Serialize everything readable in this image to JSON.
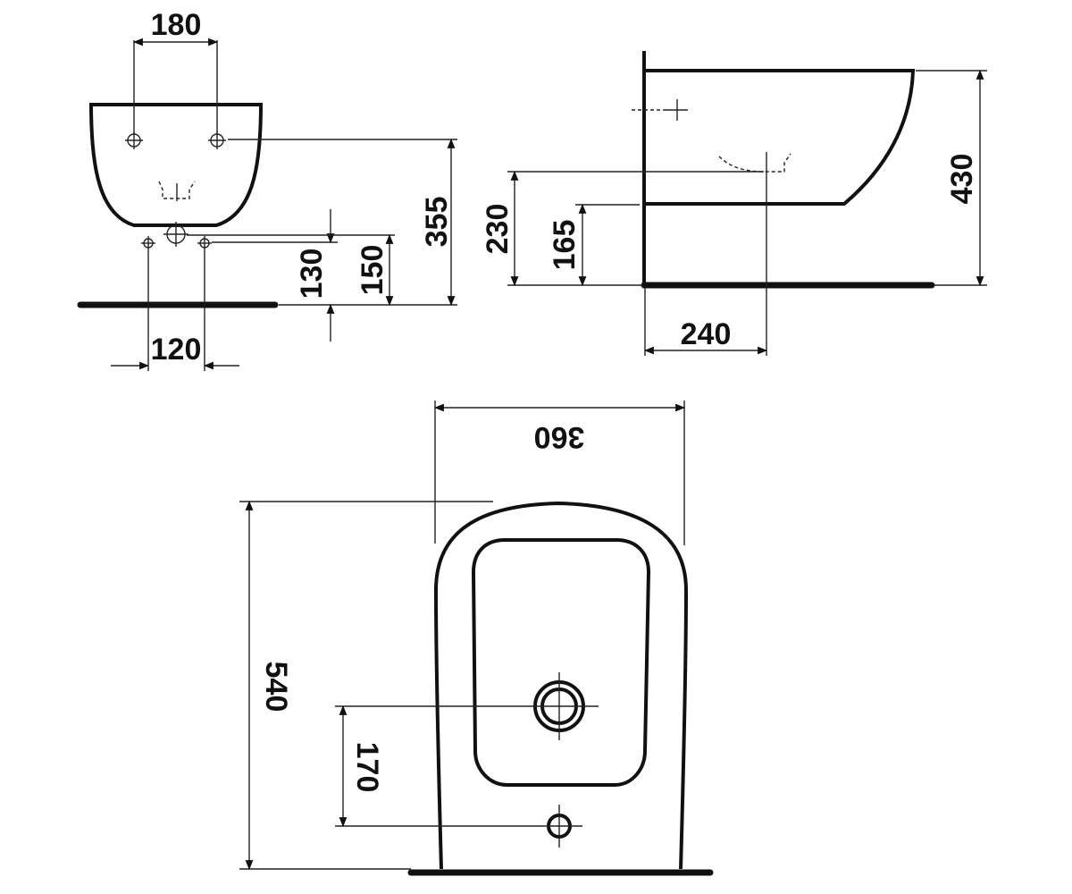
{
  "figure": {
    "colors": {
      "line": "#111111",
      "background": "#ffffff"
    },
    "front_view": {
      "dim_fixing_spacing": "180",
      "dim_fixing_height": "355",
      "dim_supply_height": "130",
      "dim_waste_height": "150",
      "dim_supply_spacing": "120"
    },
    "side_view": {
      "dim_total_height": "430",
      "dim_upper_height": "230",
      "dim_outlet_height": "165",
      "dim_outlet_projection": "240"
    },
    "top_view": {
      "dim_width": "360",
      "dim_length": "540",
      "dim_hole_spacing": "170"
    }
  }
}
